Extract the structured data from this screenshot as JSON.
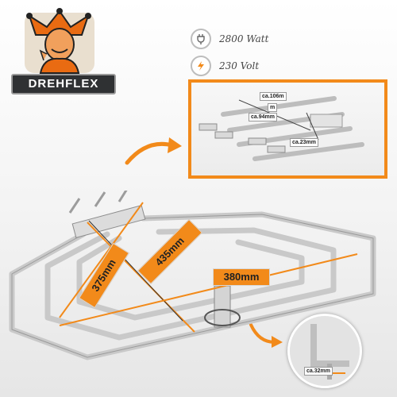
{
  "brand": {
    "logo_text": "DREHFLEX",
    "mascot_icon": "jester-mascot-icon"
  },
  "specs": [
    {
      "icon": "plug-icon",
      "text": "2800 Watt"
    },
    {
      "icon": "lightning-icon",
      "text": "230 Volt"
    }
  ],
  "zoom_labels": {
    "a": "ca.106m",
    "b": "m",
    "c": "ca.94mm",
    "d": "ca.23mm"
  },
  "dimensions": {
    "d1": "375mm",
    "d2": "435mm",
    "d3": "380mm"
  },
  "inset_label": "ca.32mm",
  "colors": {
    "accent": "#f28a1a",
    "heater": "#c9c9c9",
    "dark": "#2f3133"
  }
}
